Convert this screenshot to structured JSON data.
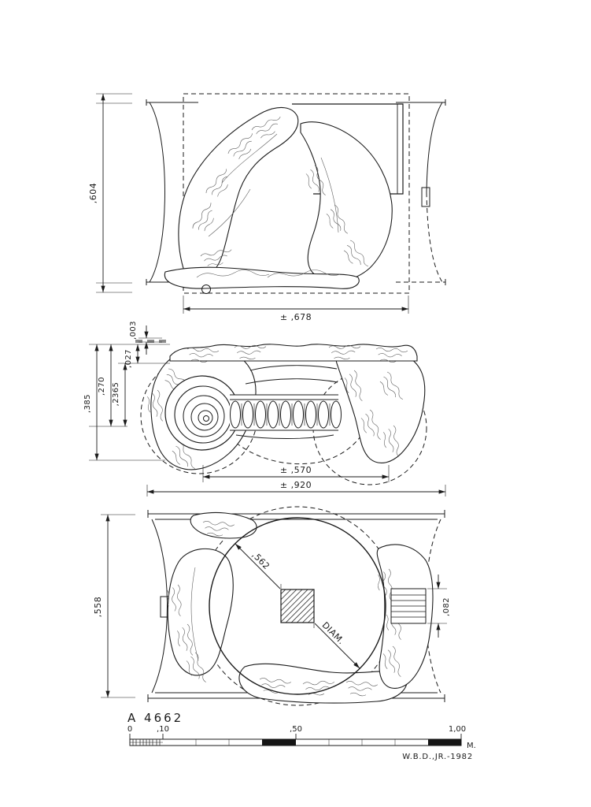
{
  "colors": {
    "ink": "#1b1b1b",
    "paper": "#ffffff",
    "gray_dash": "#8a8a8a"
  },
  "labels": {
    "catalog_number": "A 4662",
    "credit": "W.B.D.,JR.-1982"
  },
  "top_view": {
    "height_dim": ",604",
    "width_dim": "± ,678"
  },
  "side_view": {
    "dim_003": ",003",
    "dim_027": ",027",
    "dim_2365": ",2365",
    "dim_270": ",270",
    "dim_385": ",385",
    "width_top": "± ,570",
    "width_overall": "± ,920"
  },
  "bottom_view": {
    "height_dim": ",558",
    "diameter_value": ",562",
    "diameter_label": "DIAM.",
    "band_dim": ",082"
  },
  "scale_bar": {
    "tick_0": "0",
    "tick_10": ",10",
    "tick_50": ",50",
    "tick_100": "1,00",
    "unit": "M."
  }
}
